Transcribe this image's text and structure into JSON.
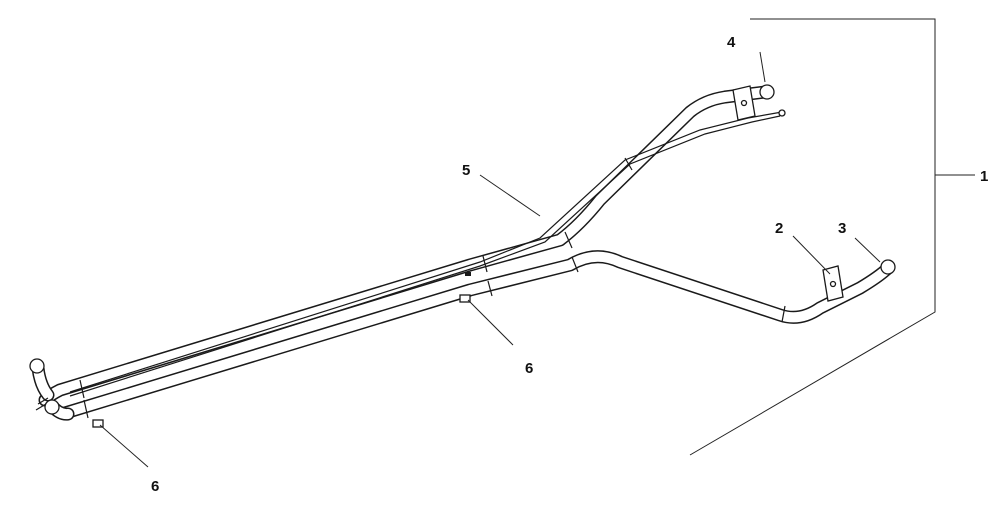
{
  "diagram": {
    "callouts": {
      "c1": "1",
      "c2": "2",
      "c3": "3",
      "c4": "4",
      "c5": "5",
      "c6a": "6",
      "c6b": "6"
    }
  }
}
